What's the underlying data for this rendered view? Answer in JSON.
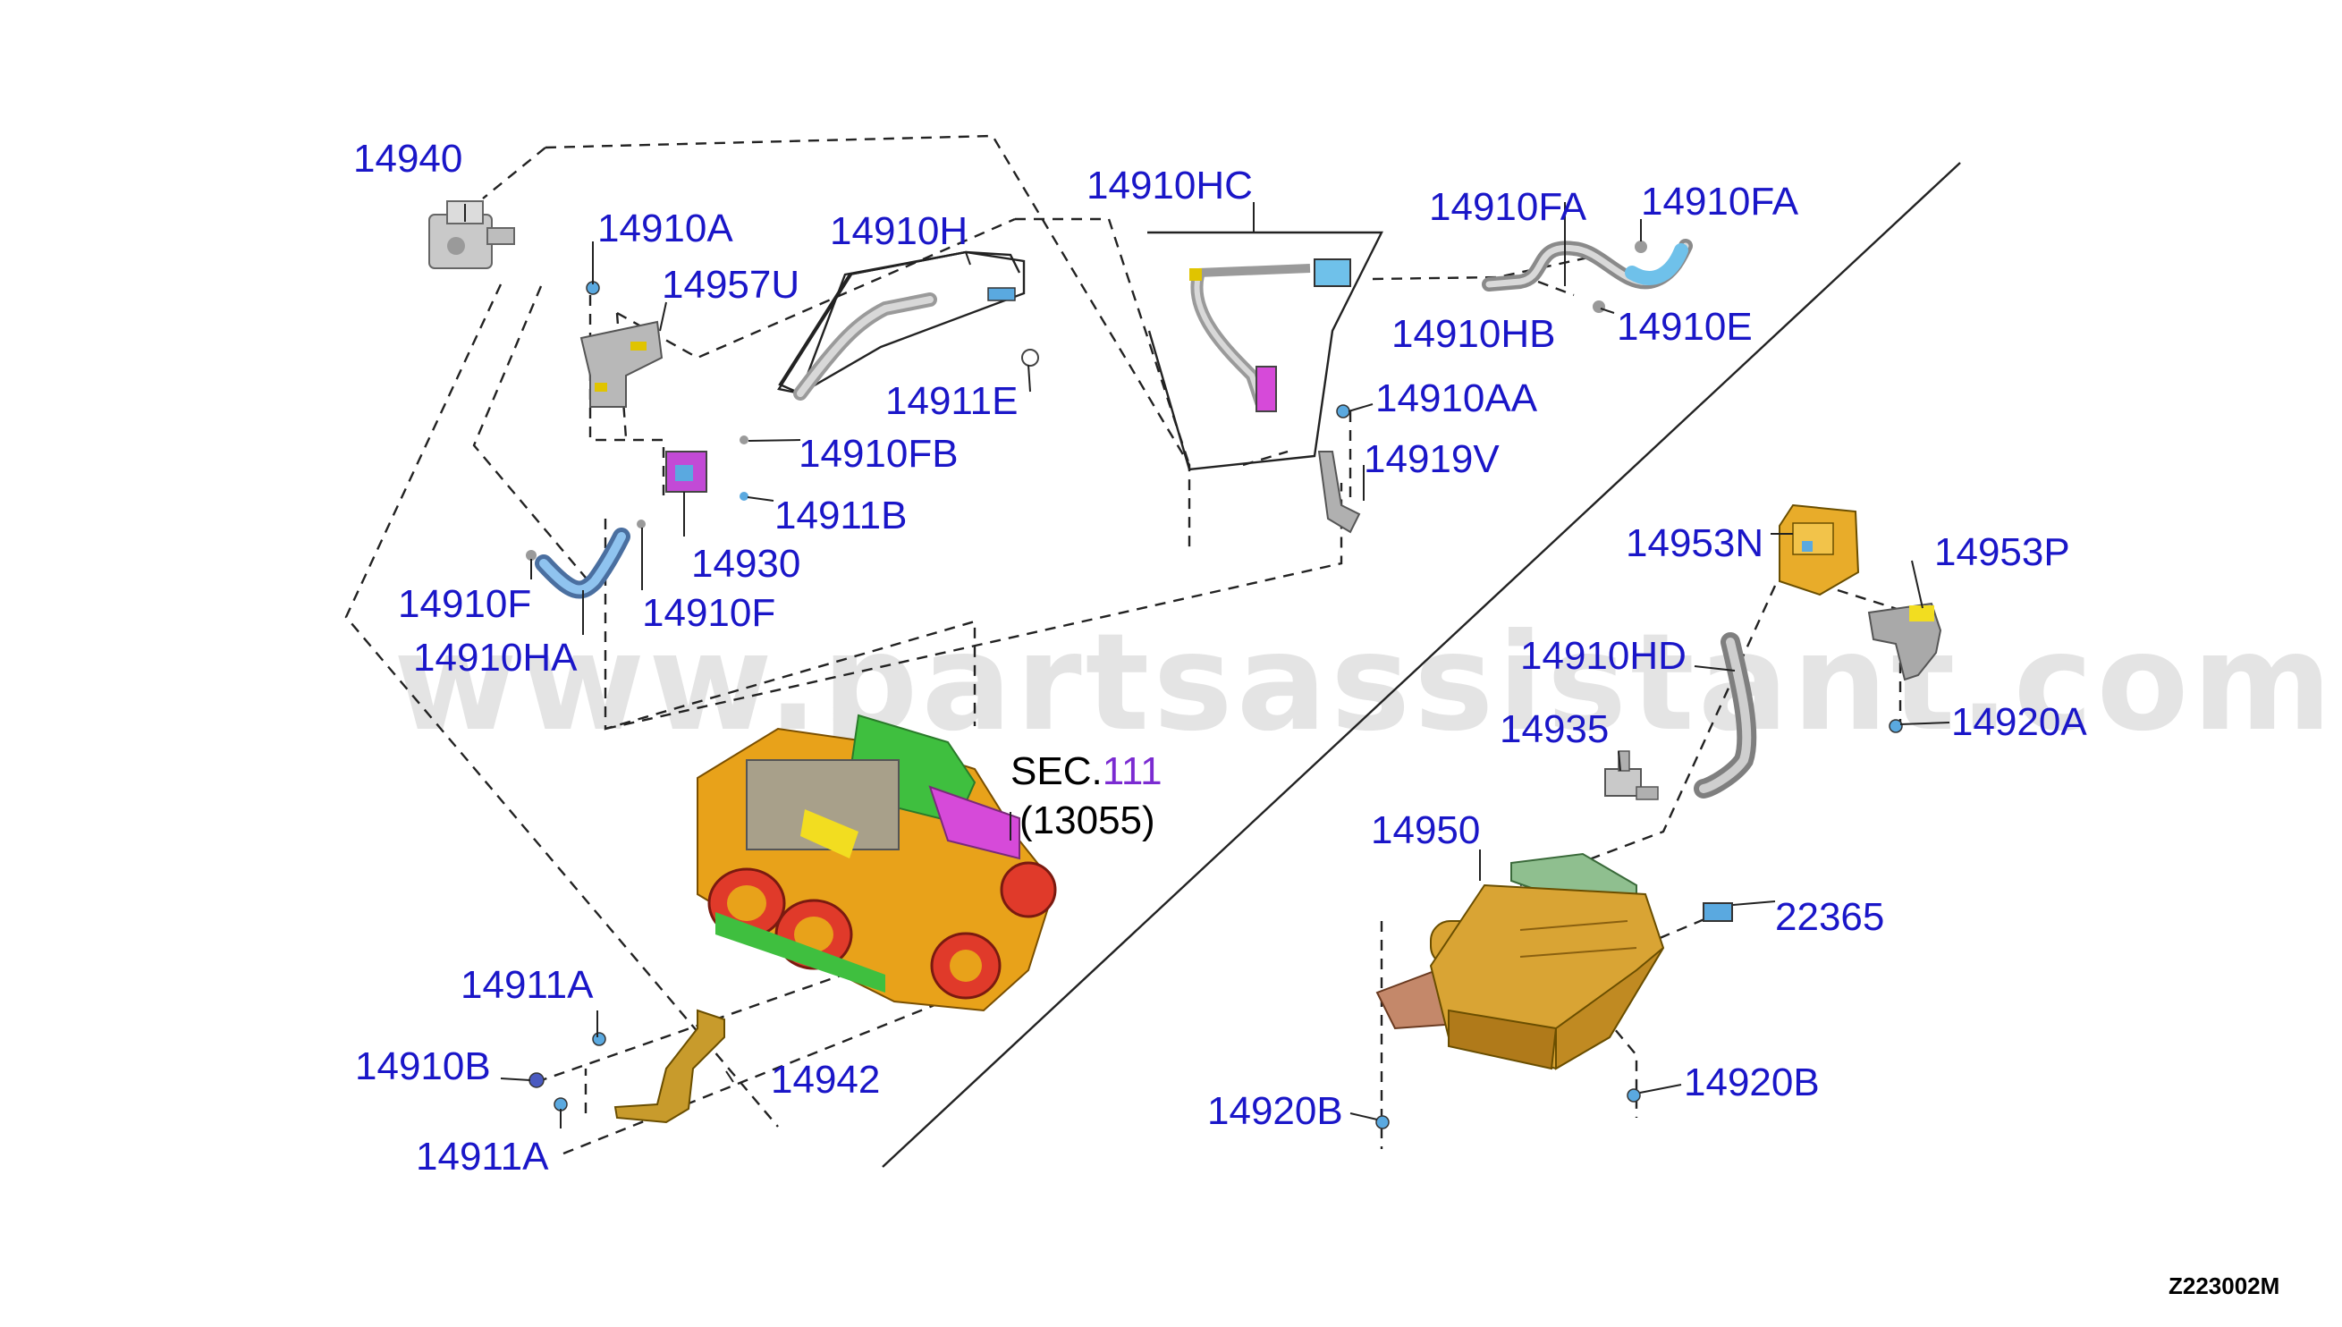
{
  "watermark": "www.partsassistant.com",
  "diagram_code": "Z223002M",
  "section_ref": {
    "prefix": "SEC.",
    "number": "111",
    "subref": "(13055)"
  },
  "labels": {
    "l14940": "14940",
    "l14910A": "14910A",
    "l14957U": "14957U",
    "l14910H": "14910H",
    "l14911E": "14911E",
    "l14910FB": "14910FB",
    "l14911B": "14911B",
    "l14930": "14930",
    "l14910F_a": "14910F",
    "l14910F_b": "14910F",
    "l14910HA": "14910HA",
    "l14910HC": "14910HC",
    "l14910FA_a": "14910FA",
    "l14910FA_b": "14910FA",
    "l14910HB": "14910HB",
    "l14910E": "14910E",
    "l14910AA": "14910AA",
    "l14919V": "14919V",
    "l14953N": "14953N",
    "l14953P": "14953P",
    "l14910HD": "14910HD",
    "l14920A": "14920A",
    "l14935": "14935",
    "l14950": "14950",
    "l22365": "22365",
    "l14920B_a": "14920B",
    "l14920B_b": "14920B",
    "l14911A_a": "14911A",
    "l14910B": "14910B",
    "l14942": "14942",
    "l14911A_b": "14911A"
  },
  "colors": {
    "label": "#1a16c8",
    "section_number": "#7b2bd1",
    "engine_orange": "#e8a21a",
    "engine_red": "#e03a2a",
    "engine_green": "#3fbf3f",
    "engine_magenta": "#d64ad9",
    "canister_gold": "#d9a434",
    "hose_blue": "#5aa9e0",
    "part_gray": "#a9a9a9"
  }
}
